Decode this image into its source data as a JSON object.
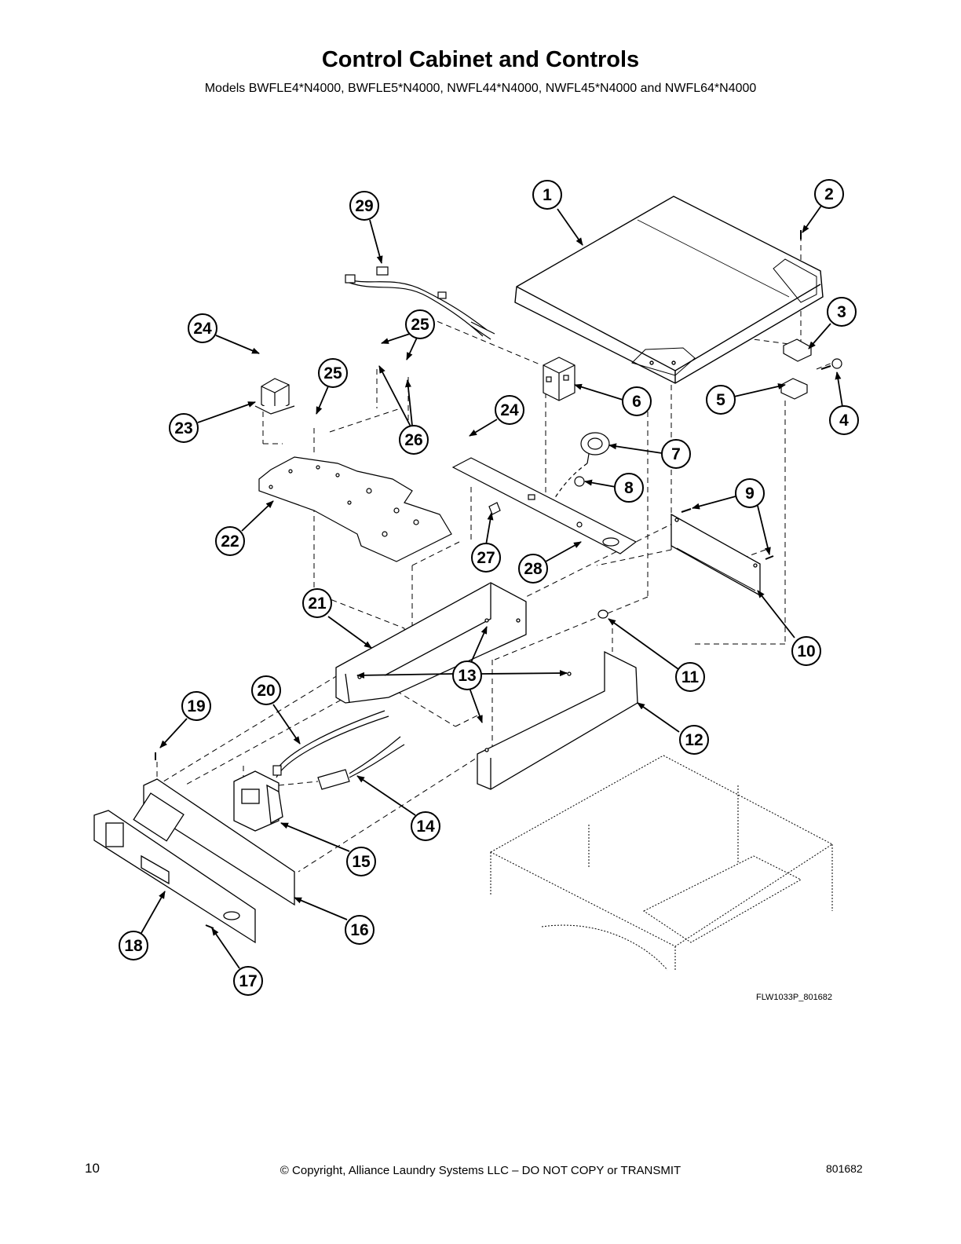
{
  "header": {
    "title": "Control Cabinet and Controls",
    "subtitle": "Models BWFLE4*N4000, BWFLE5*N4000, NWFL44*N4000, NWFL45*N4000 and NWFL64*N4000"
  },
  "diagram": {
    "drawing_id": "FLW1033P_801682",
    "callouts": [
      {
        "id": "c1",
        "label": "1"
      },
      {
        "id": "c2",
        "label": "2"
      },
      {
        "id": "c3",
        "label": "3"
      },
      {
        "id": "c4",
        "label": "4"
      },
      {
        "id": "c5",
        "label": "5"
      },
      {
        "id": "c6",
        "label": "6"
      },
      {
        "id": "c7",
        "label": "7"
      },
      {
        "id": "c8",
        "label": "8"
      },
      {
        "id": "c9",
        "label": "9"
      },
      {
        "id": "c10",
        "label": "10"
      },
      {
        "id": "c11",
        "label": "11"
      },
      {
        "id": "c12",
        "label": "12"
      },
      {
        "id": "c13",
        "label": "13"
      },
      {
        "id": "c14",
        "label": "14"
      },
      {
        "id": "c15",
        "label": "15"
      },
      {
        "id": "c16",
        "label": "16"
      },
      {
        "id": "c17",
        "label": "17"
      },
      {
        "id": "c18",
        "label": "18"
      },
      {
        "id": "c19",
        "label": "19"
      },
      {
        "id": "c20",
        "label": "20"
      },
      {
        "id": "c21",
        "label": "21"
      },
      {
        "id": "c22",
        "label": "22"
      },
      {
        "id": "c23",
        "label": "23"
      },
      {
        "id": "c24a",
        "label": "24"
      },
      {
        "id": "c24b",
        "label": "24"
      },
      {
        "id": "c25a",
        "label": "25"
      },
      {
        "id": "c25b",
        "label": "25"
      },
      {
        "id": "c26",
        "label": "26"
      },
      {
        "id": "c27",
        "label": "27"
      },
      {
        "id": "c28",
        "label": "28"
      },
      {
        "id": "c29",
        "label": "29"
      }
    ]
  },
  "footer": {
    "page_number": "10",
    "copyright": "© Copyright, Alliance Laundry Systems LLC – DO NOT COPY or TRANSMIT",
    "document_number": "801682"
  }
}
